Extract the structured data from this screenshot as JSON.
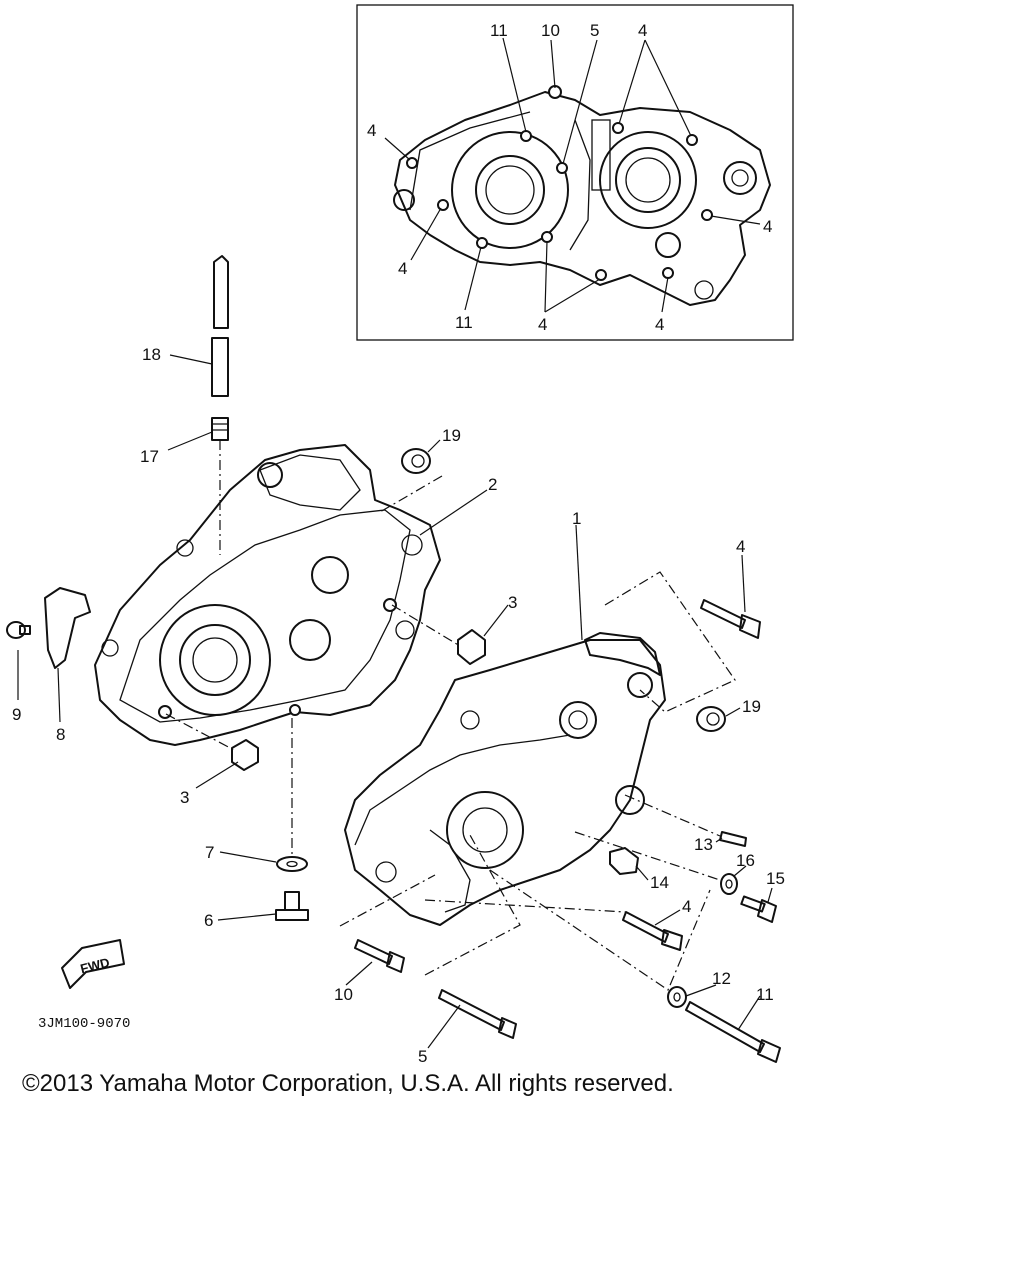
{
  "diagram": {
    "drawing_code": "3JM100-9070",
    "fwd_label": "FWD",
    "copyright": "©2013 Yamaha Motor Corporation, U.S.A. All rights reserved.",
    "inset_callouts": [
      {
        "id": "in-11a",
        "text": "11"
      },
      {
        "id": "in-10",
        "text": "10"
      },
      {
        "id": "in-5",
        "text": "5"
      },
      {
        "id": "in-4a",
        "text": "4"
      },
      {
        "id": "in-4b",
        "text": "4"
      },
      {
        "id": "in-4c",
        "text": "4"
      },
      {
        "id": "in-4d",
        "text": "4"
      },
      {
        "id": "in-4e",
        "text": "4"
      },
      {
        "id": "in-4f",
        "text": "4"
      },
      {
        "id": "in-11b",
        "text": "11"
      }
    ],
    "main_callouts": [
      {
        "id": "p18",
        "text": "18"
      },
      {
        "id": "p17",
        "text": "17"
      },
      {
        "id": "p19a",
        "text": "19"
      },
      {
        "id": "p2",
        "text": "2"
      },
      {
        "id": "p1",
        "text": "1"
      },
      {
        "id": "p4a",
        "text": "4"
      },
      {
        "id": "p3a",
        "text": "3"
      },
      {
        "id": "p9",
        "text": "9"
      },
      {
        "id": "p8",
        "text": "8"
      },
      {
        "id": "p3b",
        "text": "3"
      },
      {
        "id": "p19b",
        "text": "19"
      },
      {
        "id": "p7",
        "text": "7"
      },
      {
        "id": "p6",
        "text": "6"
      },
      {
        "id": "p13",
        "text": "13"
      },
      {
        "id": "p16",
        "text": "16"
      },
      {
        "id": "p15",
        "text": "15"
      },
      {
        "id": "p14",
        "text": "14"
      },
      {
        "id": "p4b",
        "text": "4"
      },
      {
        "id": "p10",
        "text": "10"
      },
      {
        "id": "p12",
        "text": "12"
      },
      {
        "id": "p11",
        "text": "11"
      },
      {
        "id": "p5",
        "text": "5"
      }
    ]
  }
}
